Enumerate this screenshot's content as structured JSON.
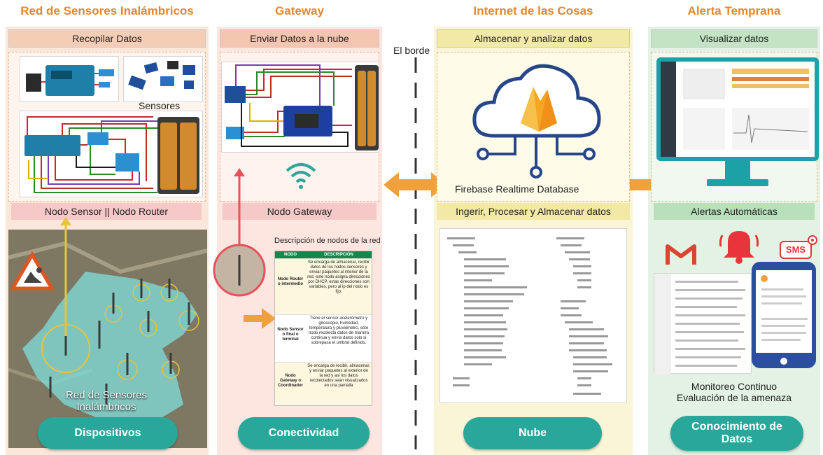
{
  "columns": [
    {
      "title": "Red de Sensores Inalámbricos",
      "subtitle": "Recopilar Datos",
      "pill": "Dispositivos"
    },
    {
      "title": "Gateway",
      "subtitle": "Enviar Datos a la nube",
      "pill": "Conectividad"
    },
    {
      "title": "Internet de las Cosas",
      "subtitle": "Almacenar y analizar datos",
      "pill": "Nube"
    },
    {
      "title": "Alerta  Temprana",
      "subtitle": "Visualizar datos",
      "pill": "Conocimiento de Datos"
    }
  ],
  "edge_label": "El borde",
  "wsn": {
    "sensors_label": "Sensores",
    "node_label": "Nodo Sensor || Nodo Router",
    "map_label": "Red de Sensores Inalámbricos"
  },
  "gateway": {
    "node_label": "Nodo Gateway",
    "table_title": "Descripción de nodos de la red",
    "table_headers": [
      "NODO",
      "DESCRIPCIÓN"
    ],
    "table_rows": [
      {
        "node": "Nodo Router o intermedio",
        "desc": "Se encarga de almacenar, recibir datos de los nodos sensores y enviar paquetes al interior de la red, este nodo asigna direcciones por DHCP, estas direcciones son variables, pero al ip del nodo es fijo."
      },
      {
        "node": "Nodo Sensor o final o terminal",
        "desc": "Tiene el sensor acelerómetro y giroscopio, humedad, temperatura y pluviómetro, este nodo recolecta datos de manera continua y envía datos solo si sobrepasa el umbral definido."
      },
      {
        "node": "Nodo Gateway o Coordinador",
        "desc": "Se encarga de recibir, almacenar, y enviar paquetes al exterior de la red y así los datos recolectados sean visualizados en una pantalla"
      }
    ]
  },
  "cloud": {
    "db_label": "Firebase Realtime Database",
    "process_label": "Ingerir, Procesar y Almacenar datos"
  },
  "alert": {
    "auto_label": "Alertas Automáticas",
    "sms_label": "SMS",
    "monitor_label": "Monitoreo Continuo",
    "eval_label": "Evaluación de la amenaza"
  },
  "colors": {
    "title_orange": "#e8862a",
    "pill_teal": "#2aa79b",
    "arrow_orange": "#f0a03c",
    "col1_bg": "#fbe6da",
    "col2_bg": "#fde6df",
    "col3_bg": "#fbf5d8",
    "col4_bg": "#e3f2e4",
    "sub1_bg": "#f4cdb6",
    "sub2_bg": "#f4c5b0",
    "sub3_bg": "#f2e9a6",
    "sub4_bg": "#c3e3c4",
    "node_band_bg": "#f6c8c8",
    "alert_band_bg": "#b8e0bb"
  }
}
